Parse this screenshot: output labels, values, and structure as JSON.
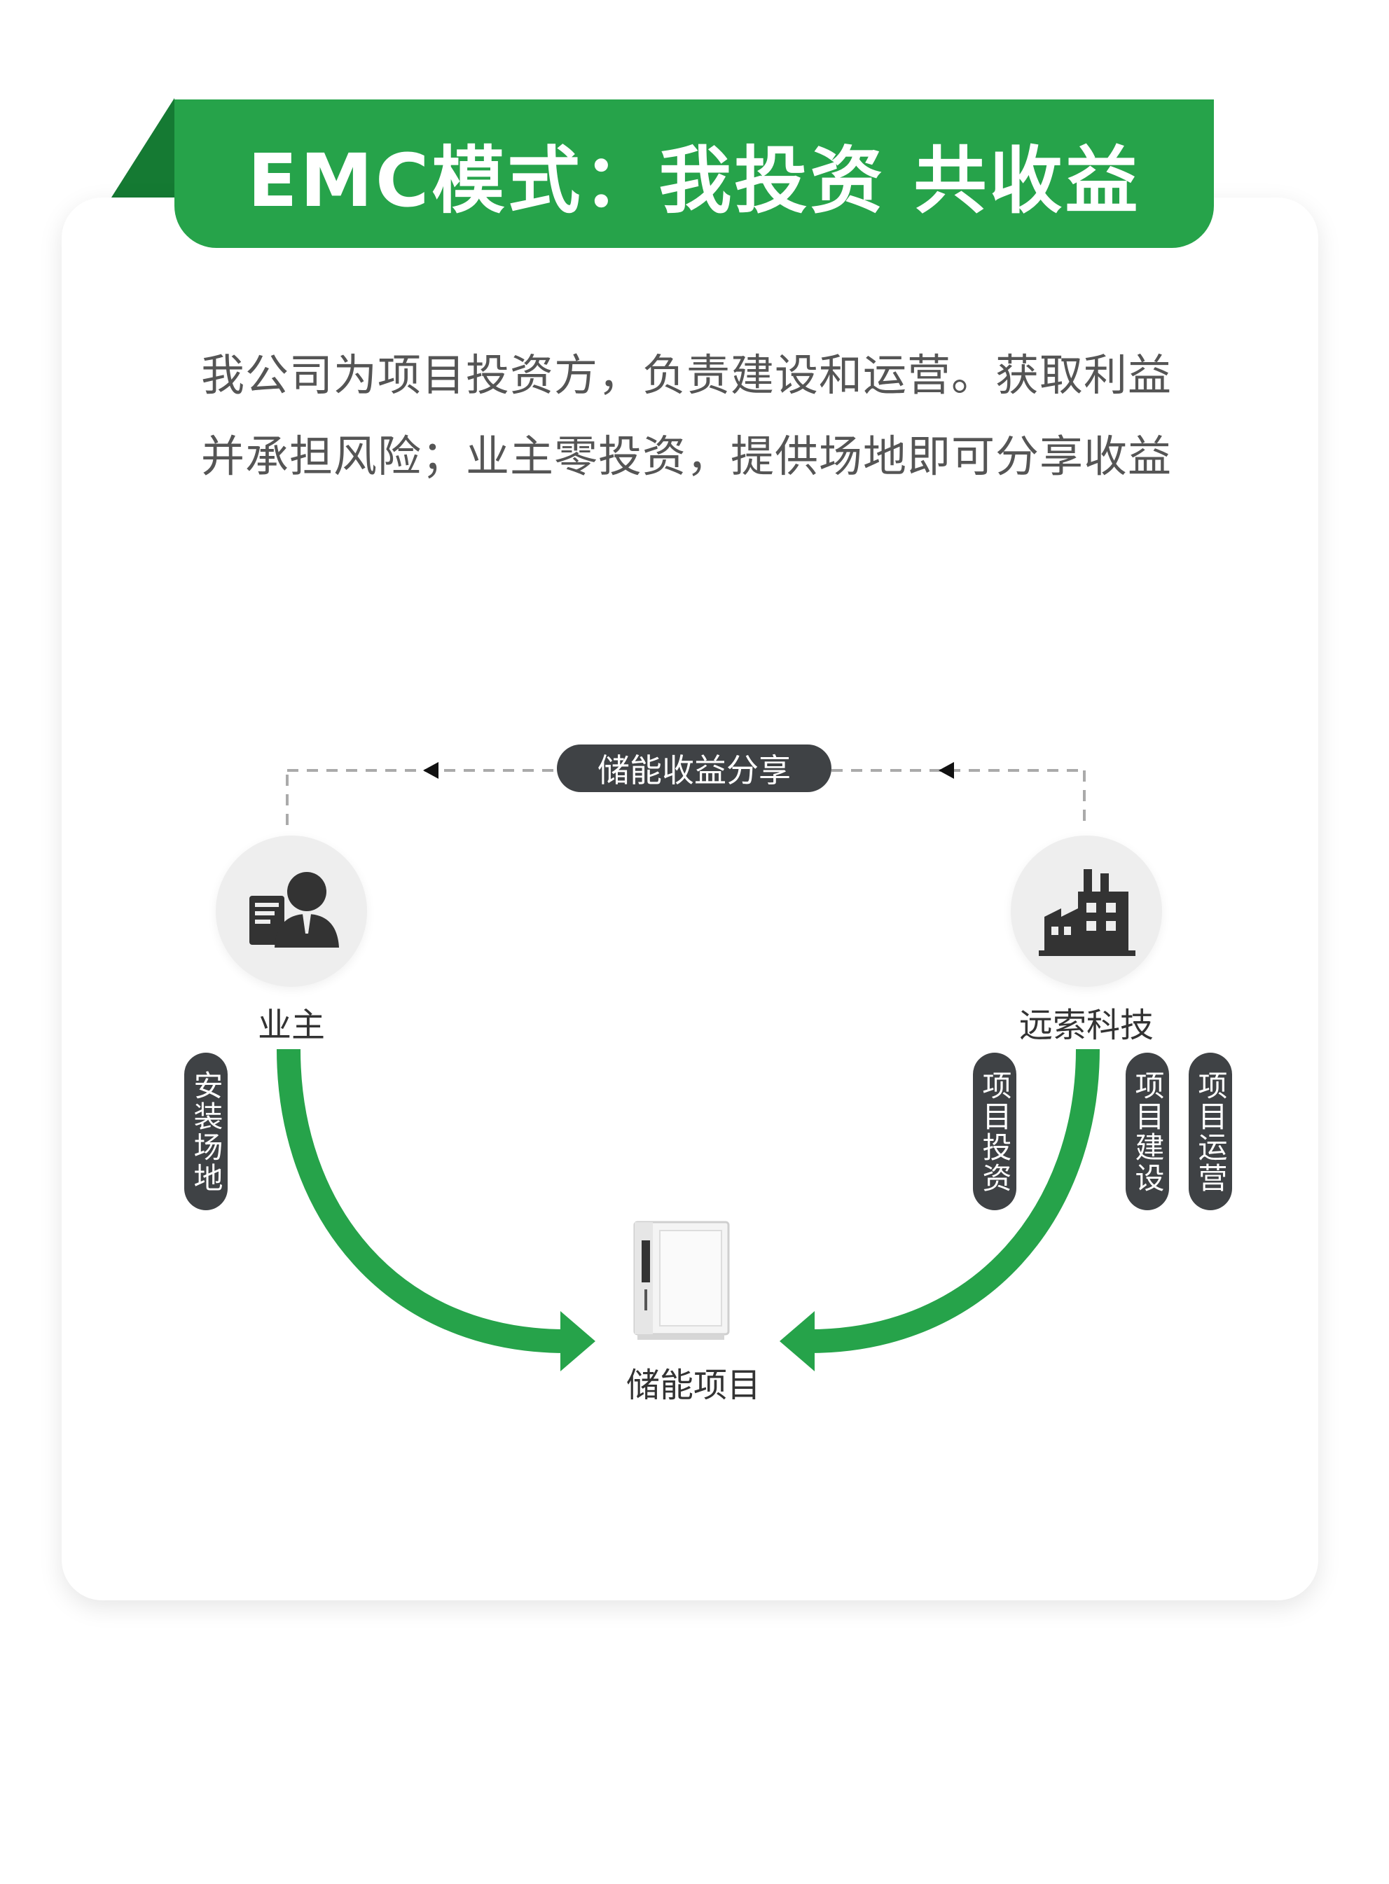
{
  "header": {
    "title": "EMC模式：我投资 共收益",
    "accent_color": "#26a34a",
    "fold_color": "#157a33"
  },
  "description": {
    "line1": "我公司为项目投资方，负责建设和运营。获取利益",
    "line2": "并承担风险；业主零投资，提供场地即可分享收益"
  },
  "diagram": {
    "flow_top_label": "储能收益分享",
    "nodes": {
      "owner": {
        "label": "业主",
        "icon": "businessman-icon"
      },
      "company": {
        "label": "远索科技",
        "icon": "factory-icon"
      },
      "project": {
        "label": "储能项目",
        "icon": "energy-storage-cabinet-icon"
      }
    },
    "tags": {
      "site": "安装场地",
      "invest": "项目投资",
      "build": "项目建设",
      "ops": "项目运营"
    },
    "colors": {
      "arrow_green": "#26a34a",
      "tag_dark": "#3f4245",
      "dash_gray": "#aaaaaa"
    }
  }
}
